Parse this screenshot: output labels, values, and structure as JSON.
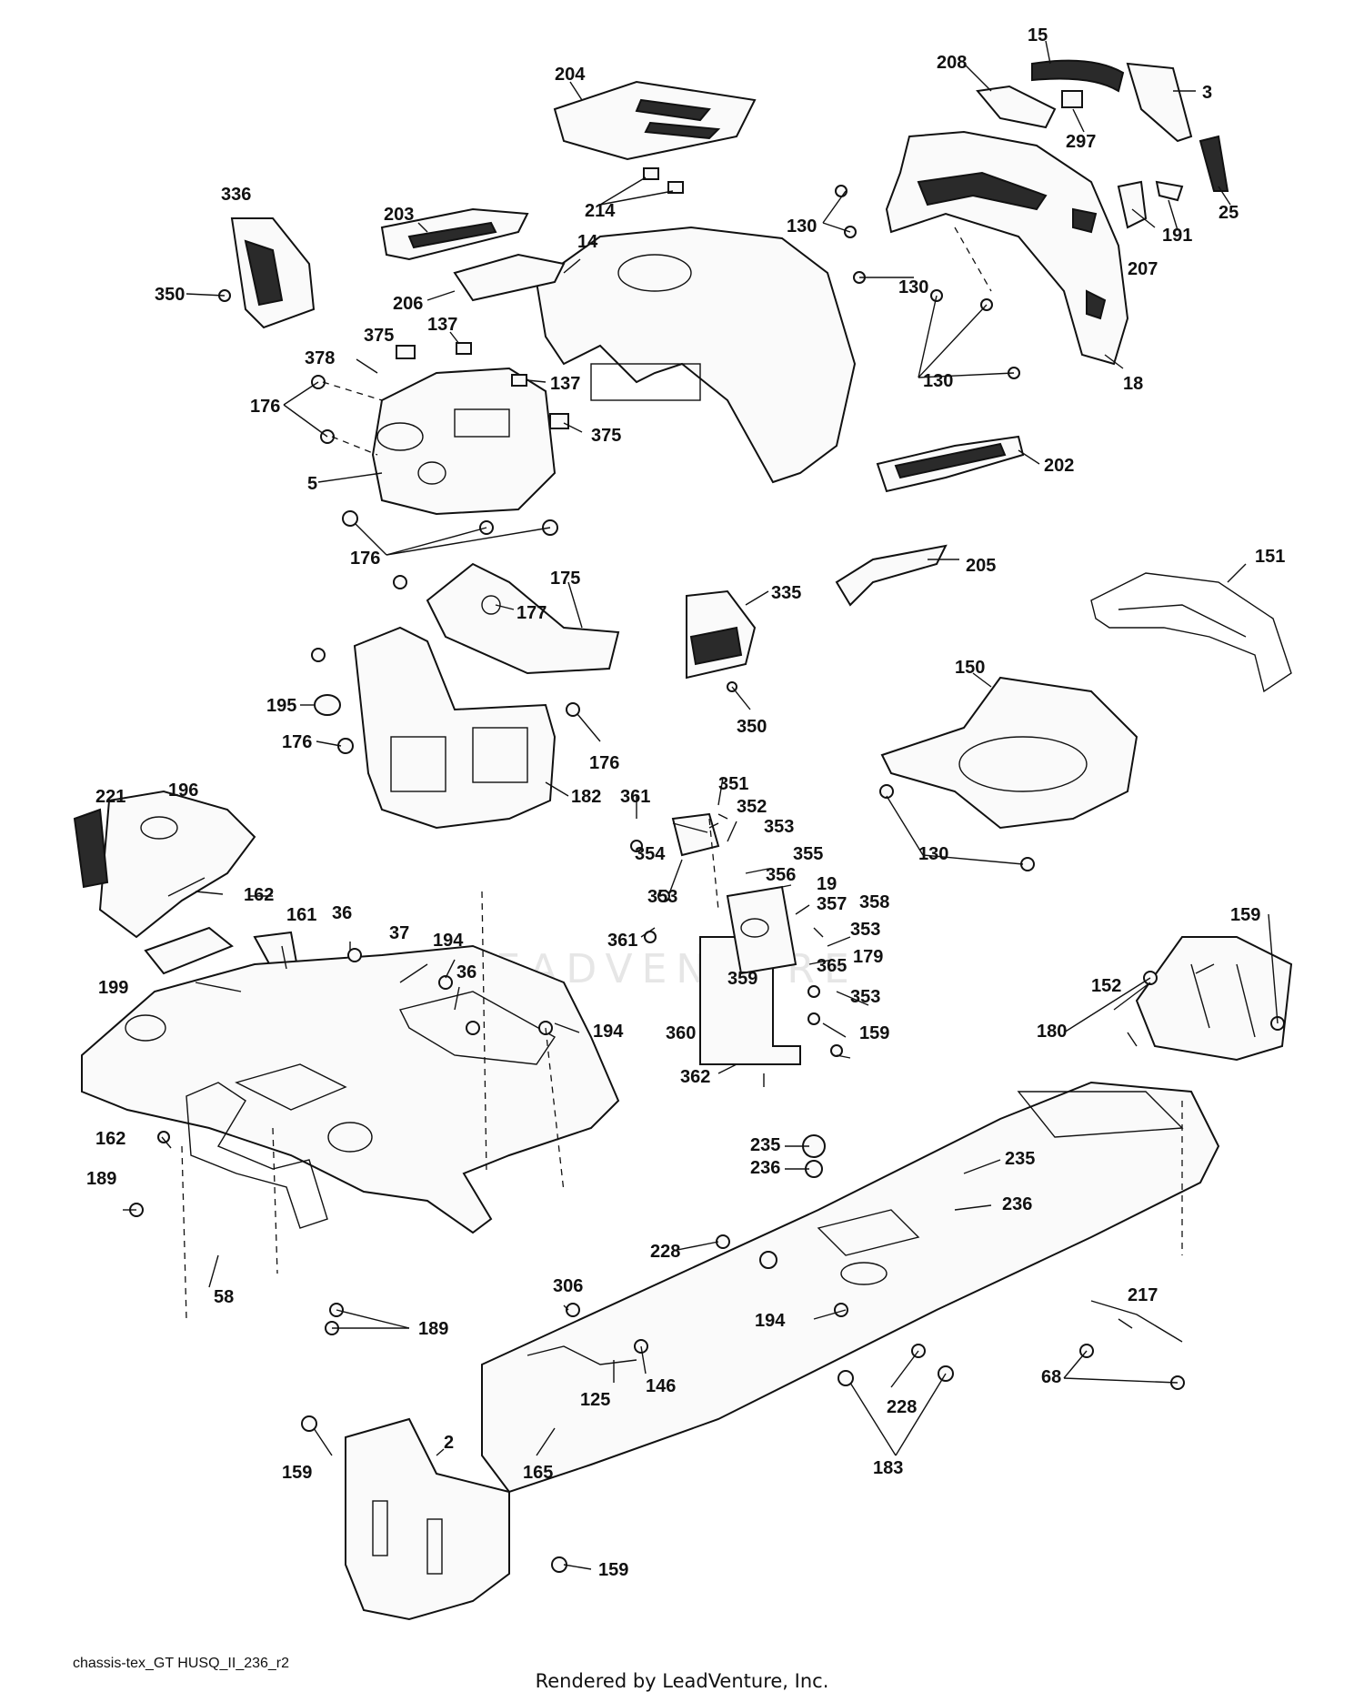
{
  "diagram_id": "chassis-tex_GT HUSQ_II_236_r2",
  "render_credit": "Rendered by LeadVenture, Inc.",
  "watermark": "LEADVENTURE",
  "callouts": [
    "15",
    "208",
    "204",
    "3",
    "297",
    "25",
    "336",
    "203",
    "214",
    "130",
    "191",
    "14",
    "207",
    "350",
    "206",
    "130",
    "137",
    "375",
    "378",
    "137",
    "176",
    "375",
    "130",
    "18",
    "5",
    "202",
    "176",
    "205",
    "175",
    "177",
    "335",
    "151",
    "350",
    "150",
    "195",
    "176",
    "176",
    "182",
    "351",
    "221",
    "196",
    "361",
    "352",
    "353",
    "354",
    "355",
    "162",
    "356",
    "19",
    "353",
    "357",
    "358",
    "161",
    "36",
    "353",
    "37",
    "194",
    "36",
    "361",
    "179",
    "159",
    "199",
    "359",
    "365",
    "152",
    "130",
    "194",
    "353",
    "360",
    "159",
    "180",
    "362",
    "162",
    "235",
    "236",
    "235",
    "189",
    "236",
    "228",
    "58",
    "306",
    "194",
    "189",
    "217",
    "146",
    "125",
    "228",
    "68",
    "2",
    "165",
    "159",
    "183",
    "159"
  ]
}
